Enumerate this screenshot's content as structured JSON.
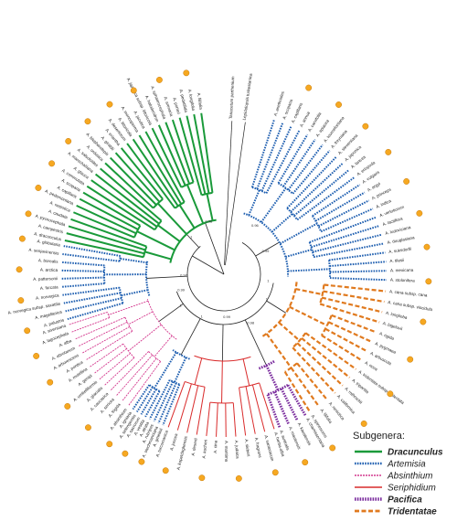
{
  "legend": {
    "title": "Subgenera:",
    "items": [
      {
        "name": "Dracunculus",
        "color": "#1a9a3a",
        "style": "solid",
        "weight": "bold"
      },
      {
        "name": "Artemisia",
        "color": "#1f5fb0",
        "style": "dotted",
        "weight": "normal"
      },
      {
        "name": "Absinthium",
        "color": "#d4388e",
        "style": "dashed-fine",
        "weight": "normal"
      },
      {
        "name": "Seriphidium",
        "color": "#d92b2b",
        "style": "solid-thin",
        "weight": "normal"
      },
      {
        "name": "Pacifica",
        "color": "#7b2d9e",
        "style": "dotted-bold",
        "weight": "bold"
      },
      {
        "name": "Tridentatae",
        "color": "#e07a1f",
        "style": "dashed",
        "weight": "bold"
      }
    ]
  },
  "outgroups": [
    "Tanacetum parthenium",
    "Lepidolopsis turkestanica"
  ],
  "tip_labels": {
    "artemisia_top": [
      "A. anethoides",
      "A. scoparia",
      "A. capillaris",
      "A. annua",
      "A. carvifolia",
      "A. apiacea",
      "A. tournefortiana",
      "A. freyniana",
      "A. sieversiana",
      "A. japonica",
      "A. lancea",
      "A. eriopoda",
      "A. vulgaris",
      "A. argyi",
      "A. princeps",
      "A. indica",
      "A. verlotiorum",
      "A. lactiflora",
      "A. ludoviciana",
      "A. douglasiana",
      "A. suksdorfii",
      "A. tilesii",
      "A. mexicana",
      "A. stolonifera"
    ],
    "tridentatae": [
      "A. cana subsp. cana",
      "A. cana subsp. viscidula",
      "A. longiloba",
      "A. bigelovii",
      "A. rigida",
      "A. pygmaea",
      "A. arbuscula",
      "A. nova",
      "A. tridentata subsp. tridentata",
      "A. tripartita",
      "A. rothrockii",
      "A. californica",
      "A. nesiotica",
      "A. filifolia",
      "A. spinescens"
    ],
    "pacifica": [
      "A. chamissoniana",
      "A. kauaiensis",
      "A. mauiensis",
      "A. australis"
    ],
    "seriphidium": [
      "A. herba-alba",
      "A. santonicum",
      "A. fragrans",
      "A. sieberi",
      "A. judaica",
      "A. maritima",
      "A. cina",
      "A. aucheri",
      "A. deserti",
      "A. kopetdaghensis",
      "A. juncea",
      "A. turcomanica"
    ],
    "artemisia_bottom": [
      "A. gmelinii",
      "A. stechmanniana",
      "A. rubripes",
      "A. atrata",
      "A. vestita",
      "A. sacrorum",
      "A. selengensis",
      "A. igniaria"
    ],
    "absinthium": [
      "A. absinthium",
      "A. frigida",
      "A. sericea",
      "A. caucasica",
      "A. glacialis",
      "A. umbelliformis",
      "A. genipi",
      "A. mutellina",
      "A. pontica",
      "A. arborescens",
      "A. abrotanum",
      "A. alba",
      "A. lagocephala",
      "A. siversiana"
    ],
    "artemisia_left": [
      "A. palustris",
      "A. magellanica",
      "A. norvegica subsp. saxatilis",
      "A. norvegica",
      "A. furcata",
      "A. pattersonii",
      "A. arctica",
      "A. borealis",
      "A. senjavinensis",
      "A. globularia"
    ],
    "dracunculus": [
      "A. dracunculus",
      "A. campestris",
      "A. pycnocephala",
      "A. caudata",
      "A. nesiotica",
      "A. pedemontana",
      "A. capillaris",
      "A. scoparia",
      "A. commutata",
      "A. glauca",
      "A. marschalliana",
      "A. salsoloides",
      "A. ordosica",
      "A. blepharolepis",
      "A. giraldii",
      "A. eriantha",
      "A. desertorum",
      "A. littoricola",
      "A. monosperma",
      "A. jacutica",
      "A. japonica subsp. littoricola",
      "A. halodendron",
      "A. sphaerocephala",
      "A. arenaria",
      "A. porteri",
      "A. pedatifida",
      "A. longifolia",
      "A. filifolia"
    ]
  },
  "support_values": [
    "0.99",
    "1",
    "0.98",
    "0.99",
    "1",
    "1",
    "0.97",
    "1",
    "0.96",
    "1",
    "0.99",
    "0.98"
  ]
}
